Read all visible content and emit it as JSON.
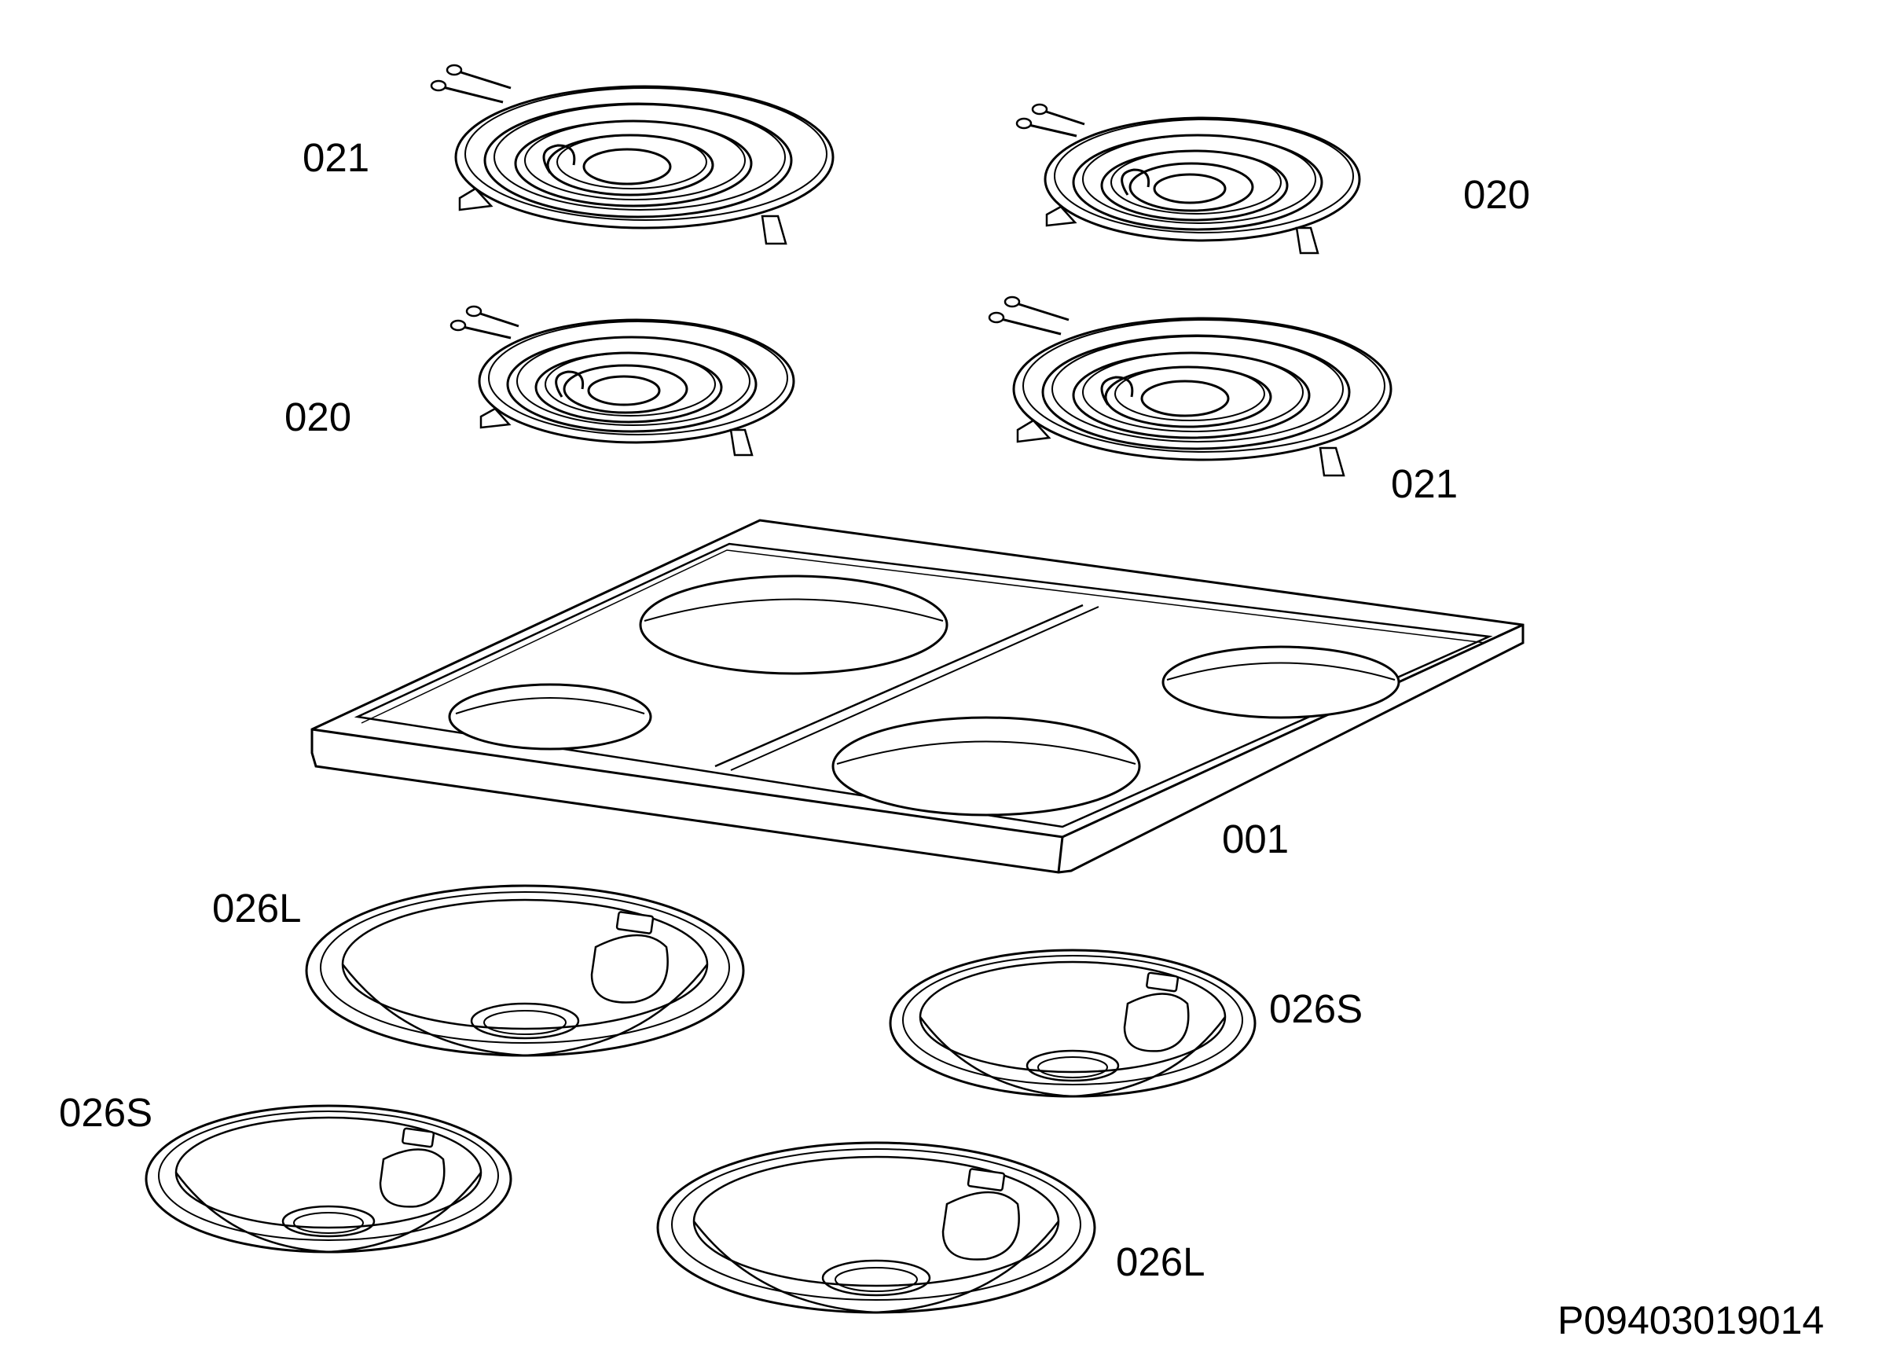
{
  "diagram": {
    "parts": [
      {
        "id": "label-top-left-element",
        "part_number": "021"
      },
      {
        "id": "label-top-right-element",
        "part_number": "020"
      },
      {
        "id": "label-mid-left-element",
        "part_number": "020"
      },
      {
        "id": "label-mid-right-element",
        "part_number": "021"
      },
      {
        "id": "label-cooktop",
        "part_number": "001"
      },
      {
        "id": "label-drip-pan-upper-left",
        "part_number": "026L"
      },
      {
        "id": "label-drip-pan-upper-right",
        "part_number": "026S"
      },
      {
        "id": "label-drip-pan-lower-left",
        "part_number": "026S"
      },
      {
        "id": "label-drip-pan-lower-right",
        "part_number": "026L"
      }
    ],
    "drawing_number": "P09403019014",
    "colors": {
      "line": "#000000",
      "background": "#ffffff"
    }
  }
}
